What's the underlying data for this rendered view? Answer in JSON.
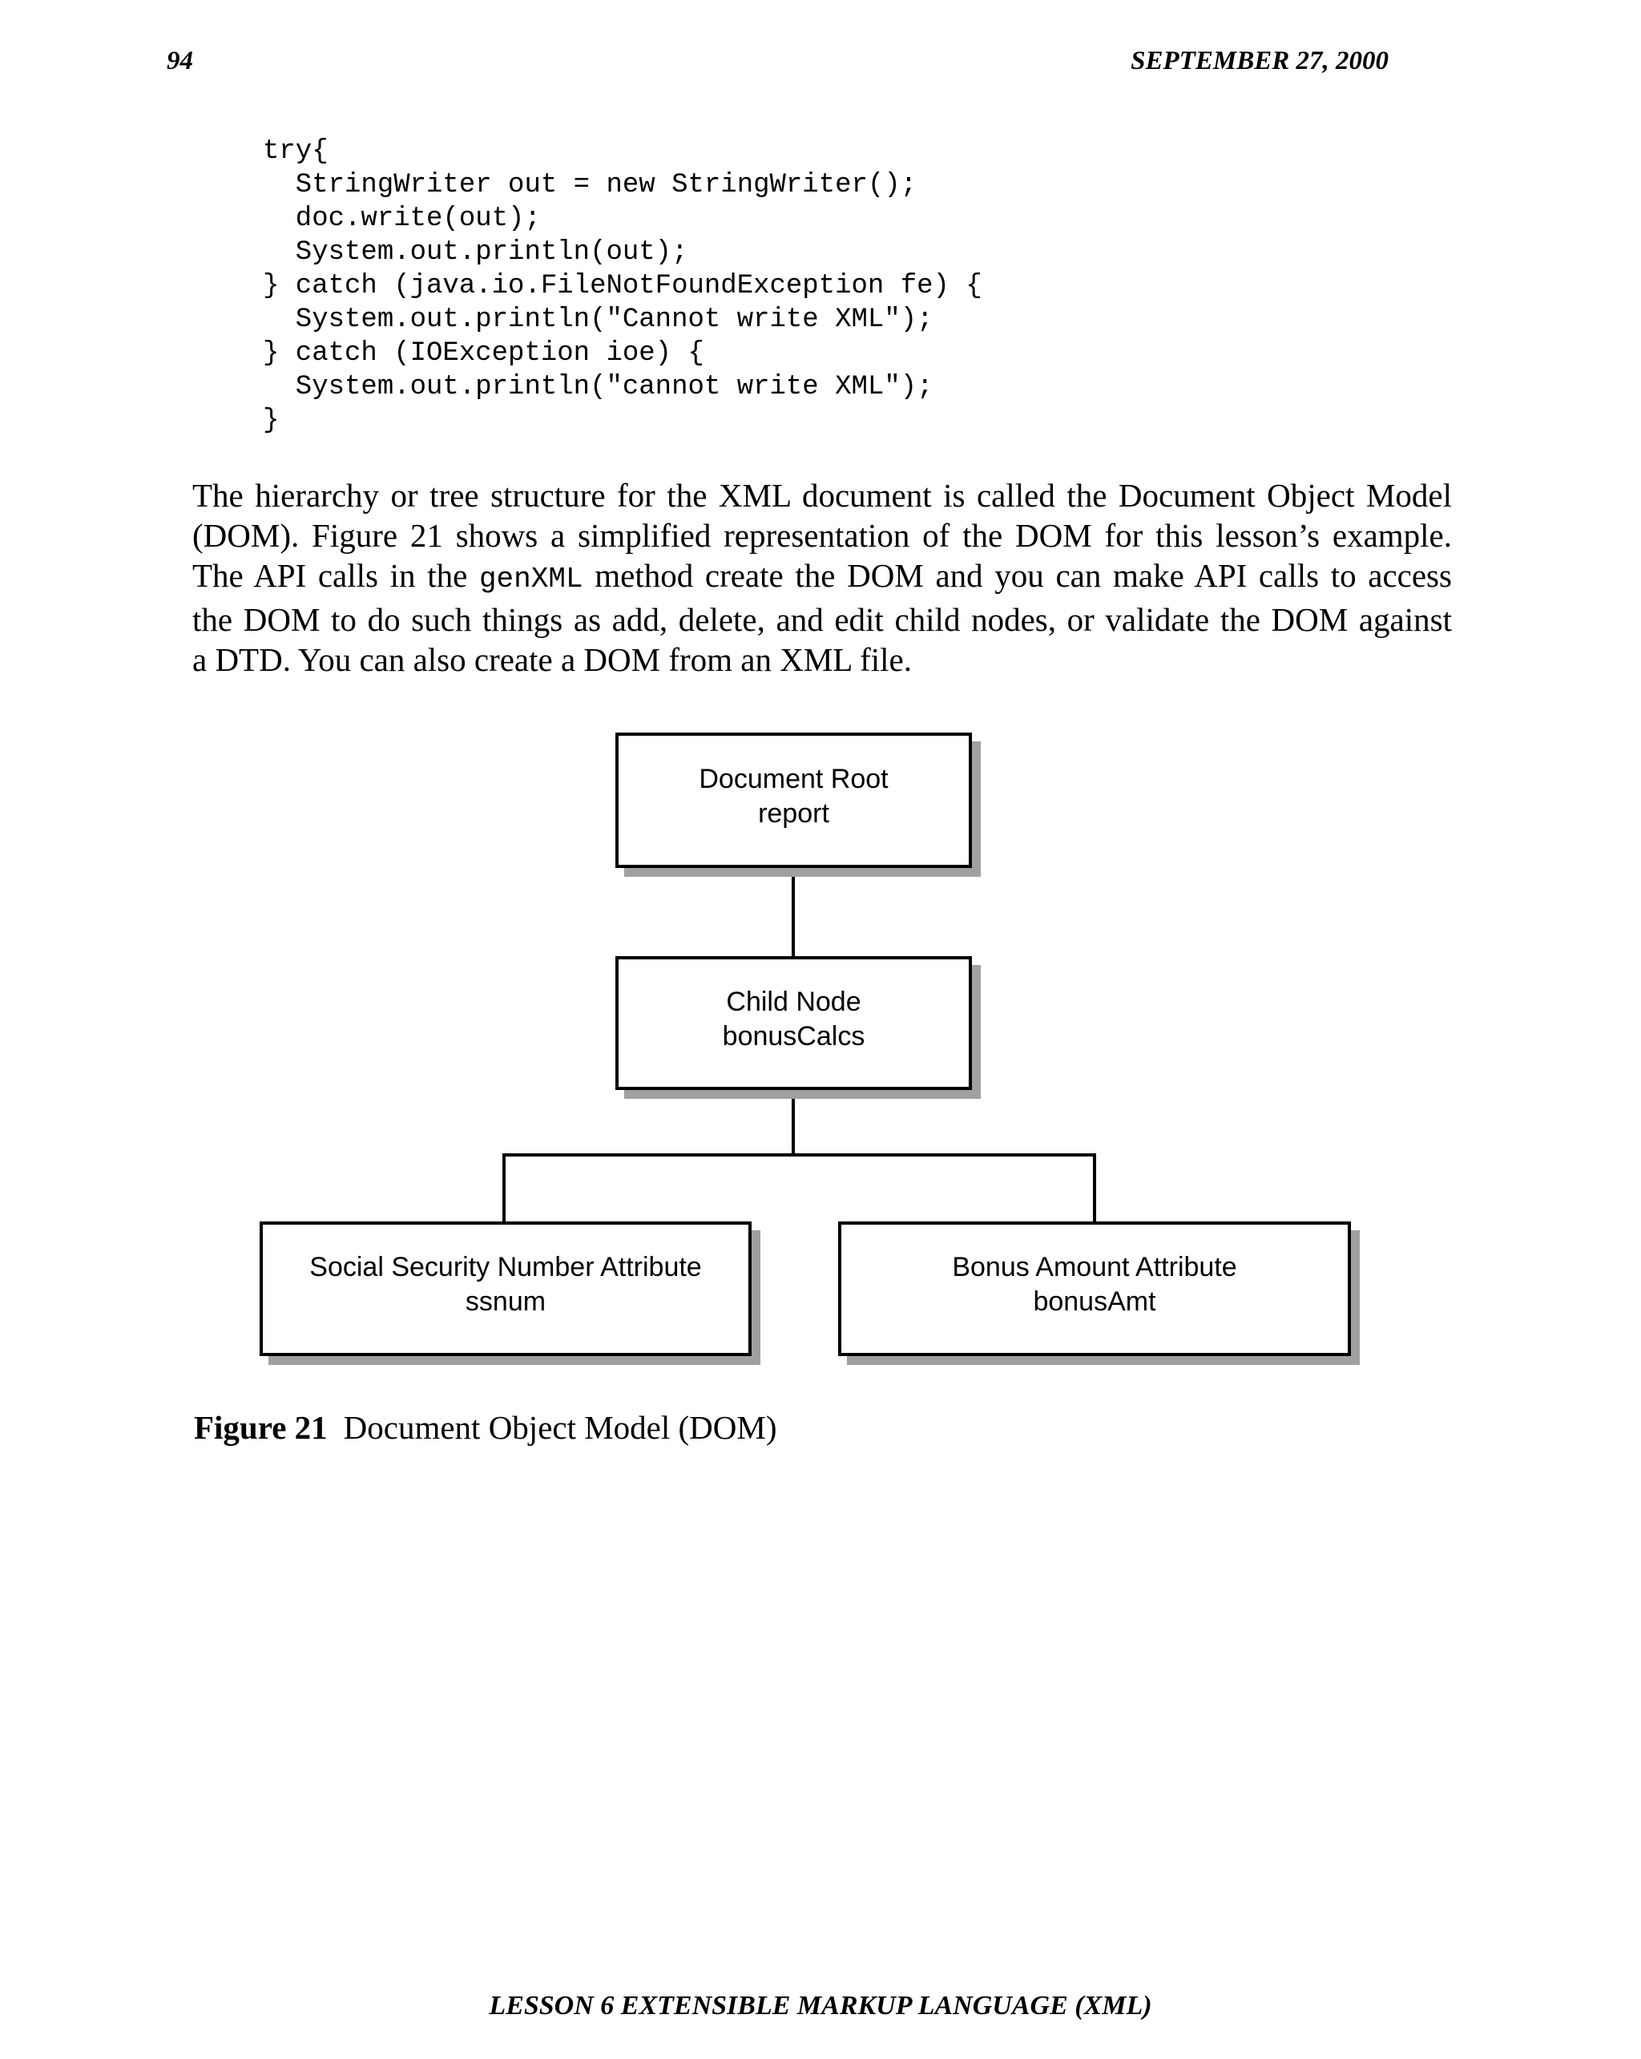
{
  "header": {
    "page_number": "94",
    "date": "SEPTEMBER 27, 2000"
  },
  "code": {
    "text": "try{\n  StringWriter out = new StringWriter();\n  doc.write(out);\n  System.out.println(out);\n} catch (java.io.FileNotFoundException fe) {\n  System.out.println(\"Cannot write XML\");\n} catch (IOException ioe) {\n  System.out.println(\"cannot write XML\");\n}"
  },
  "paragraph": {
    "line1": "The hierarchy or tree structure for the XML document is called the Document Object Model",
    "line2": "(DOM). Figure 21 shows a simplified representation of the DOM for this lesson’s example.",
    "line3_pre": "The API calls in the ",
    "line3_code": "genXML",
    "line3_post": " method create the DOM and you can make API calls to access",
    "line4": "the DOM to do such things as add, delete, and edit child nodes, or validate the DOM against",
    "line5": "a DTD. You can also create a DOM from an XML file."
  },
  "figure": {
    "label": "Figure 21",
    "caption": "Document Object Model (DOM)",
    "nodes": [
      {
        "title": "Document Root",
        "name": "report"
      },
      {
        "title": "Child Node",
        "name": "bonusCalcs"
      },
      {
        "title": "Social Security Number Attribute",
        "name": "ssnum"
      },
      {
        "title": "Bonus Amount Attribute",
        "name": "bonusAmt"
      }
    ]
  },
  "footer": {
    "text": "LESSON 6 EXTENSIBLE MARKUP LANGUAGE (XML)"
  },
  "colors": {
    "text": "#000000",
    "background": "#ffffff",
    "node_border": "#000000",
    "node_shadow": "#a0a0a0"
  }
}
